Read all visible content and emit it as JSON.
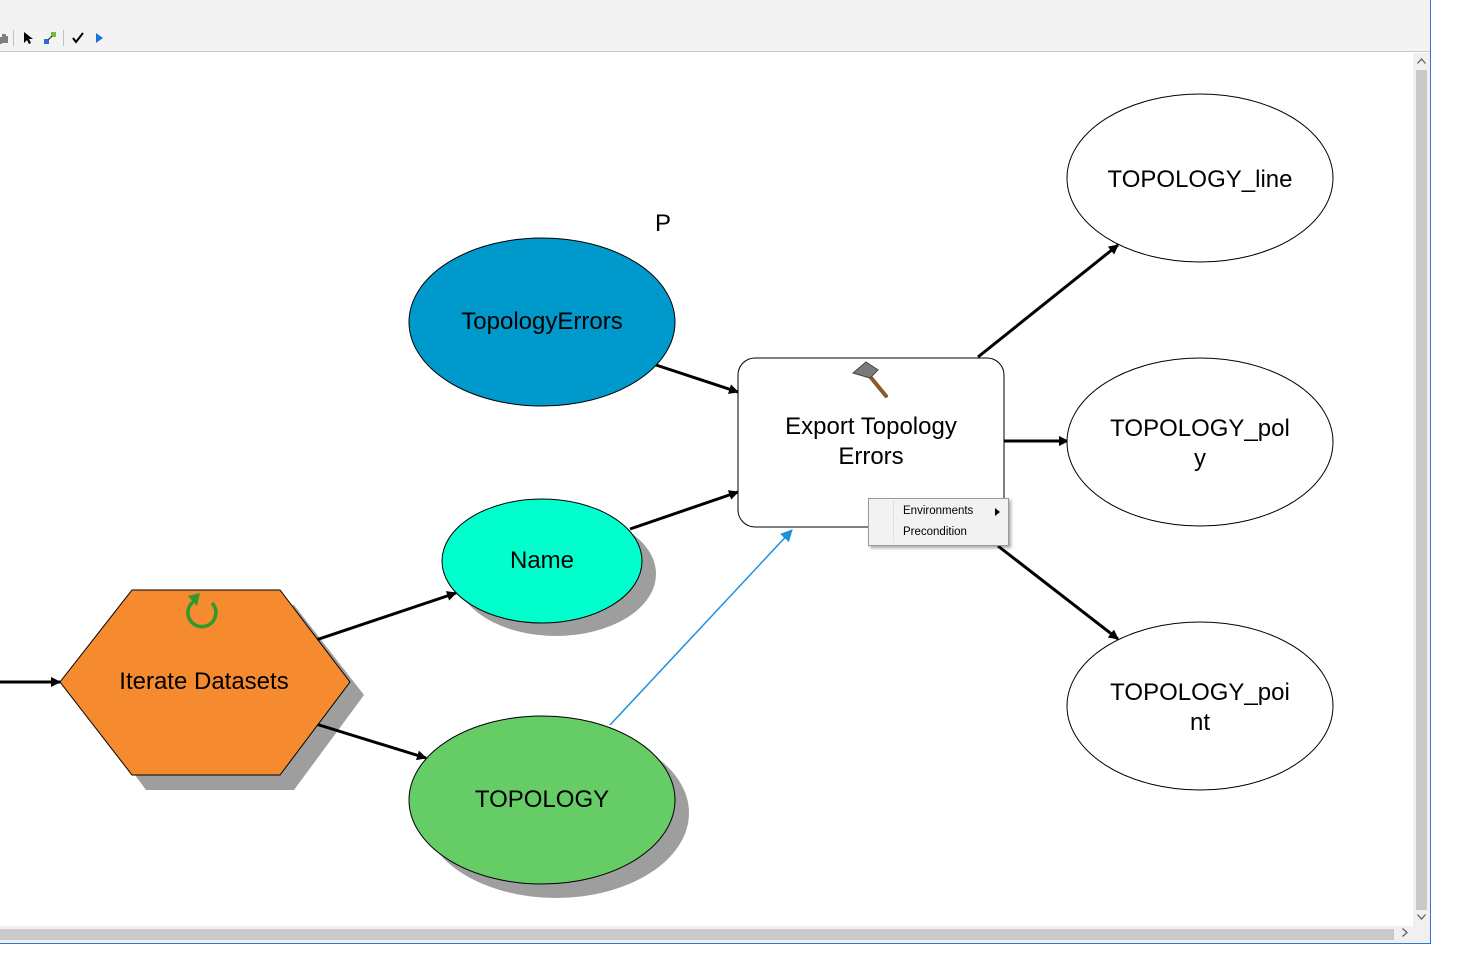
{
  "toolbar": {
    "tools": [
      {
        "name": "pan-tool",
        "icon": "hand-icon"
      },
      {
        "name": "select-tool",
        "icon": "pointer-icon"
      },
      {
        "name": "connect-tool",
        "icon": "connect-icon"
      },
      {
        "name": "validate-tool",
        "icon": "checkmark-icon"
      },
      {
        "name": "run-tool",
        "icon": "play-icon"
      }
    ]
  },
  "model": {
    "floating_label": "P",
    "nodes": {
      "topology_errors": {
        "label": "TopologyErrors",
        "color": "#0099cc"
      },
      "name": {
        "label": "Name",
        "color": "#00ffcc"
      },
      "topology": {
        "label": "TOPOLOGY",
        "color": "#66cc66"
      },
      "iterate": {
        "label": "Iterate Datasets",
        "color": "#f58a2f",
        "icon": "iterate-icon"
      },
      "export_tool": {
        "label": "Export Topology Errors",
        "icon": "hammer-icon"
      },
      "out_line": {
        "label": "TOPOLOGY_line"
      },
      "out_poly": {
        "label": "TOPOLOGY_poly"
      },
      "out_point": {
        "label": "TOPOLOGY_point"
      }
    },
    "precondition_link_color": "#1e90e0"
  },
  "context_menu": {
    "items": [
      {
        "label": "Environments",
        "has_submenu": true
      },
      {
        "label": "Precondition",
        "has_submenu": false
      }
    ]
  },
  "scrollbars": {
    "up_arrow": "^",
    "down_arrow": "v",
    "right_arrow": ">"
  }
}
